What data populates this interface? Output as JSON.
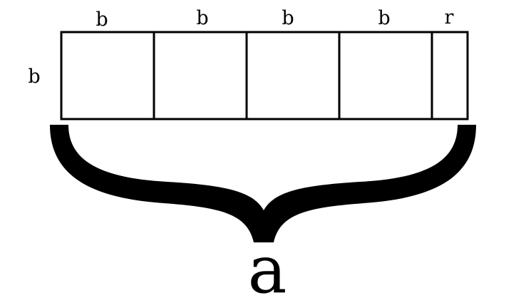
{
  "diagram": {
    "top_labels": [
      "b",
      "b",
      "b",
      "b",
      "r"
    ],
    "side_label": "b",
    "total_label": "a",
    "stroke_color": "#000000",
    "background_color": "#ffffff"
  }
}
